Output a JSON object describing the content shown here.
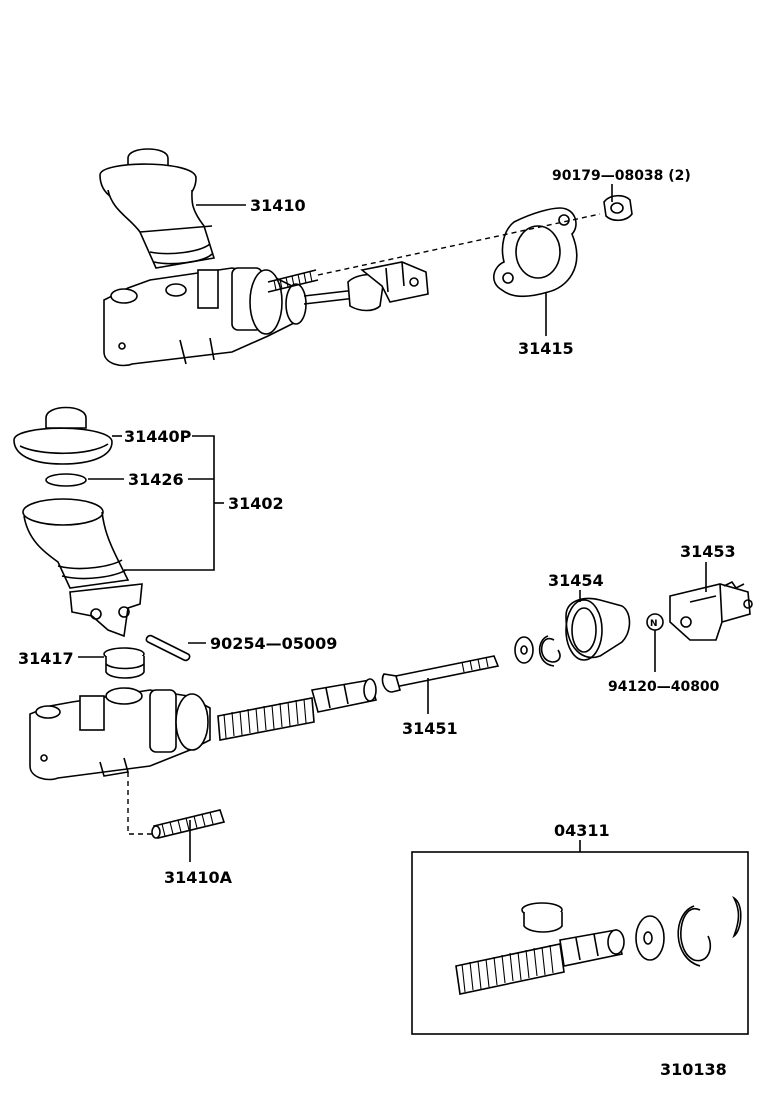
{
  "diagram": {
    "labels": {
      "p31410": "31410",
      "p90179": "90179—08038 (2)",
      "p31415": "31415",
      "p31440P": "31440P",
      "p31426": "31426",
      "p31402": "31402",
      "p90254": "90254—05009",
      "p31417": "31417",
      "p31454": "31454",
      "p31453": "31453",
      "p94120": "94120—40800",
      "pN": "N",
      "p31451": "31451",
      "p31410A": "31410A",
      "p04311": "04311",
      "ref": "310138"
    }
  }
}
